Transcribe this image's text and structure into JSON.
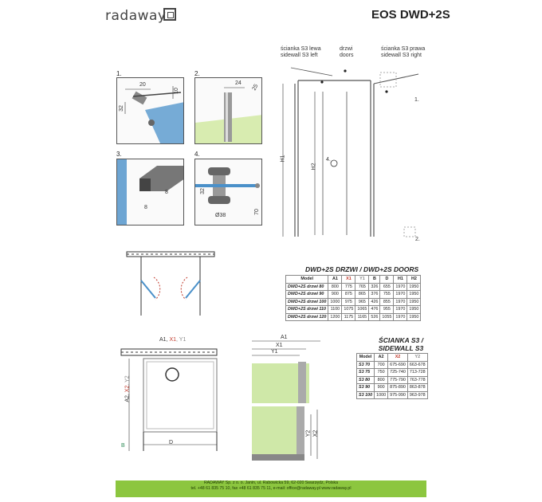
{
  "brand": "radaway",
  "model": "EOS DWD+2S",
  "callouts": {
    "sidewall_left_pl": "ścianka S3 lewa",
    "sidewall_left_en": "sidewall S3 left",
    "doors_pl": "drzwi",
    "doors_en": "doors",
    "sidewall_right_pl": "ścianka S3 prawa",
    "sidewall_right_en": "sidewall S3 right"
  },
  "details": {
    "d1": {
      "num": "1.",
      "w": "20",
      "h": "10",
      "v": "32"
    },
    "d2": {
      "num": "2.",
      "a": "24",
      "b": "25"
    },
    "d3": {
      "num": "3.",
      "h": "8",
      "w": "8"
    },
    "d4": {
      "num": "4.",
      "h": "32",
      "dia": "Ø38",
      "v": "70"
    }
  },
  "elevation": {
    "h1": "H1",
    "h2": "H2",
    "ref1": "1.",
    "ref2": "2.",
    "ref4": "4."
  },
  "plan": {
    "top": "A1, ",
    "top_red": "X1",
    "top_grey": ", Y1",
    "side": "A2, ",
    "side_red": "X2",
    "side_grey": ", Y2",
    "b": "B",
    "d": "D"
  },
  "section": {
    "a1": "A1",
    "x1": "X1",
    "y1": "Y1",
    "x2": "X2",
    "y2": "Y2"
  },
  "doors_table": {
    "title": "DWD+2S DRZWI / DWD+2S DOORS",
    "headers": [
      "Model",
      "A1",
      "X1",
      "Y1",
      "B",
      "D",
      "H1",
      "H2"
    ],
    "rows": [
      [
        "DWD+2S drzwi 80",
        "800",
        "775",
        "765",
        "326",
        "655",
        "1970",
        "1950"
      ],
      [
        "DWD+2S drzwi 90",
        "900",
        "875",
        "865",
        "376",
        "755",
        "1970",
        "1950"
      ],
      [
        "DWD+2S drzwi 100",
        "1000",
        "975",
        "965",
        "426",
        "855",
        "1970",
        "1950"
      ],
      [
        "DWD+2S drzwi 110",
        "1100",
        "1075",
        "1065",
        "476",
        "955",
        "1970",
        "1950"
      ],
      [
        "DWD+2S drzwi 120",
        "1200",
        "1175",
        "1165",
        "526",
        "1055",
        "1970",
        "1950"
      ]
    ]
  },
  "walls_table": {
    "title1": "ŚCIANKA S3 /",
    "title2": "SIDEWALL S3",
    "headers": [
      "Model",
      "A2",
      "X2",
      "Y2"
    ],
    "rows": [
      [
        "S3 70",
        "700",
        "675-690",
        "663-678"
      ],
      [
        "S3 75",
        "750",
        "725-740",
        "713-728"
      ],
      [
        "S3 80",
        "800",
        "775-790",
        "763-778"
      ],
      [
        "S3 90",
        "900",
        "875-890",
        "863-878"
      ],
      [
        "S3 100",
        "1000",
        "975-990",
        "963-978"
      ]
    ]
  },
  "footer": {
    "line1": "RADAWAY Sp. z o. o. Janin, ul. Rabowicka 59, 62-020 Swarzędz, Polska",
    "line2": "tel. +48 61 835 75 10, fax +48 61 835 75 11, e-mail: office@radaway.pl  www.radaway.pl"
  }
}
